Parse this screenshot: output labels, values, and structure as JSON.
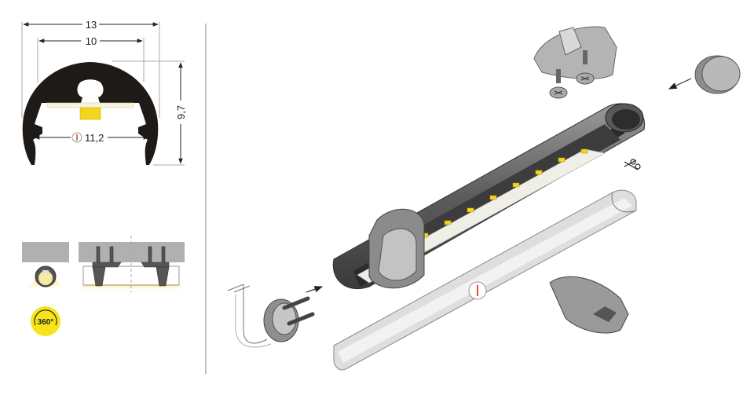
{
  "dimensions": {
    "outer_width": "13",
    "inner_width": "10",
    "height": "9,7",
    "strip_width": "11,2"
  },
  "badge": {
    "label": "360°"
  },
  "colors": {
    "profile": "#1e1a17",
    "led": "#f2d61c",
    "badge": "#f7e31a",
    "marker": "#e0502a",
    "aluminium": "#6f6f70",
    "ceiling": "#b0b0b0"
  }
}
